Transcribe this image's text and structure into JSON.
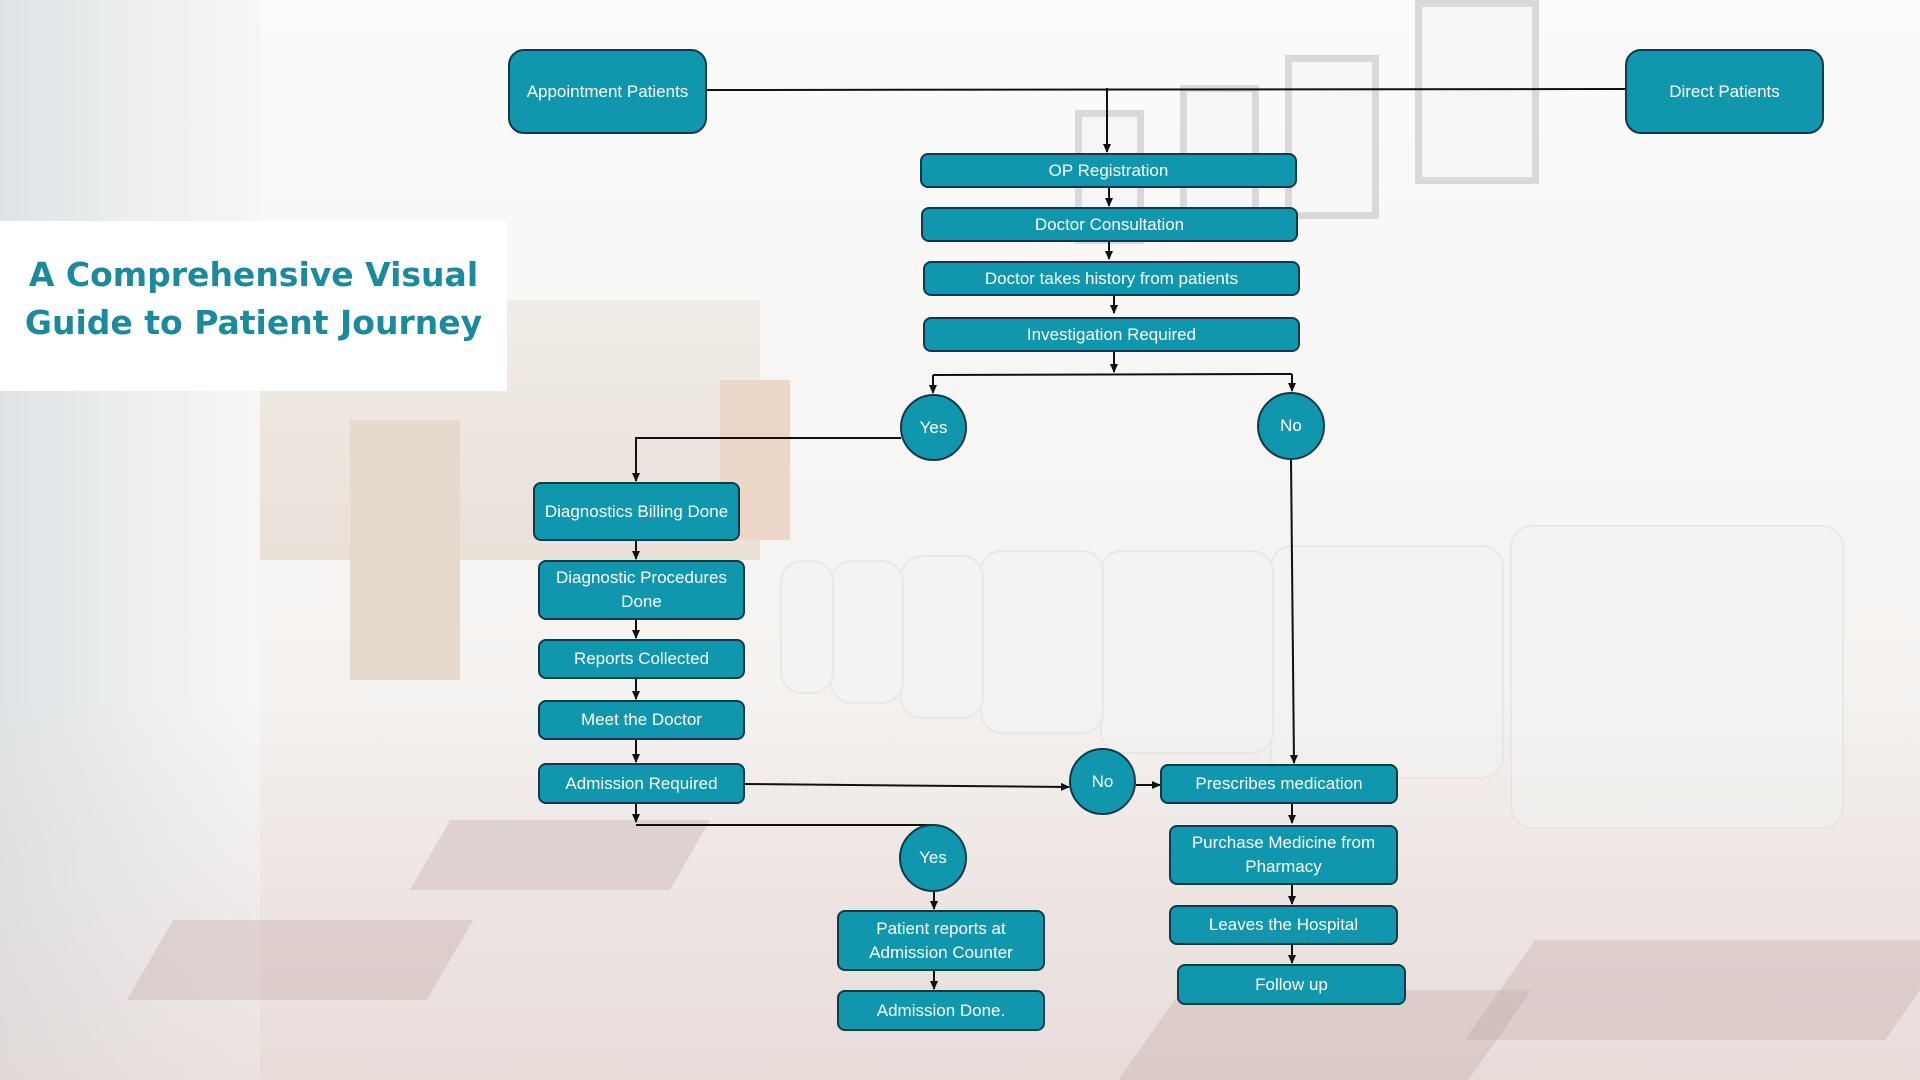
{
  "title": {
    "line1": "A Comprehensive Visual",
    "line2": "Guide to Patient Journey"
  },
  "colors": {
    "node_fill": "#1096ad",
    "node_border": "#12394a",
    "title_text": "#1a8a9c",
    "edge": "#111111"
  },
  "flow": {
    "appointment_patients": "Appointment Patients",
    "direct_patients": "Direct Patients",
    "op_registration": "OP Registration",
    "doctor_consultation": "Doctor Consultation",
    "doctor_history": "Doctor takes history from patients",
    "investigation_required": "Investigation Required",
    "decision_yes_investigation": "Yes",
    "decision_no_investigation": "No",
    "diagnostics_billing": "Diagnostics Billing Done",
    "diagnostic_procedures": "Diagnostic Procedures Done",
    "reports_collected": "Reports Collected",
    "meet_doctor": "Meet the Doctor",
    "admission_required": "Admission Required",
    "decision_no_admission": "No",
    "decision_yes_admission": "Yes",
    "patient_reports_admission": "Patient reports at Admission Counter",
    "admission_done": "Admission Done.",
    "prescribes_medication": "Prescribes medication",
    "purchase_medicine": "Purchase Medicine from Pharmacy",
    "leaves_hospital": "Leaves the Hospital",
    "follow_up": "Follow up"
  }
}
